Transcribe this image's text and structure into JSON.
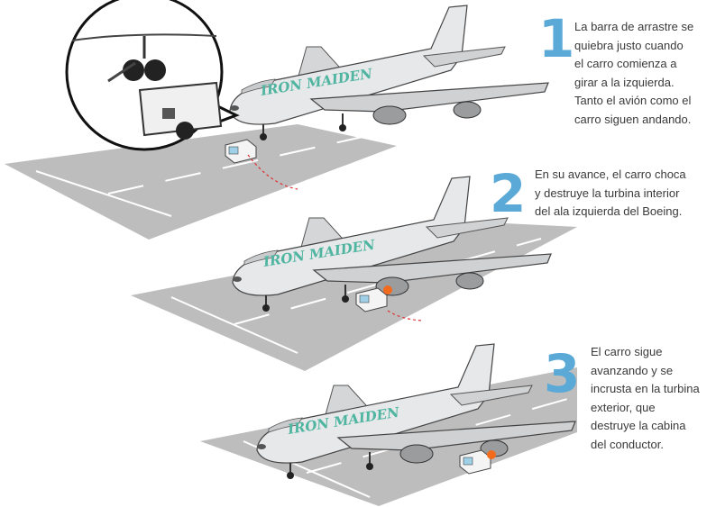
{
  "logo_text": "IRON MAIDEN",
  "colors": {
    "accent": "#5aa9d6",
    "runway": "#bdbdbd",
    "text": "#3a3a3a"
  },
  "steps": [
    {
      "number": "1",
      "lines": [
        "La barra de arrastre se",
        "quiebra justo cuando",
        "el carro comienza a",
        "girar a la izquierda.",
        "Tanto el avión como el",
        "carro siguen andando."
      ]
    },
    {
      "number": "2",
      "lines": [
        "En su avance, el carro choca",
        "y destruye la turbina interior",
        "del ala izquierda del Boeing."
      ]
    },
    {
      "number": "3",
      "lines": [
        "El carro sigue",
        "avanzando y se",
        "incrusta en la turbina",
        "exterior, que",
        "destruye la cabina",
        "del conductor."
      ]
    }
  ]
}
